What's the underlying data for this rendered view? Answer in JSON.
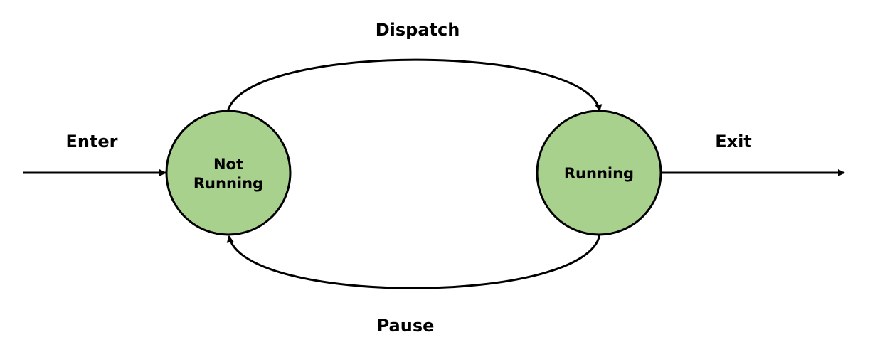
{
  "diagram": {
    "states": {
      "not_running": {
        "line1": "Not",
        "line2": "Running"
      },
      "running": {
        "label": "Running"
      }
    },
    "transitions": {
      "enter": "Enter",
      "exit": "Exit",
      "dispatch": "Dispatch",
      "pause": "Pause"
    }
  },
  "colors": {
    "state_fill": "#a9d18e",
    "stroke": "#000000",
    "background": "#ffffff"
  }
}
